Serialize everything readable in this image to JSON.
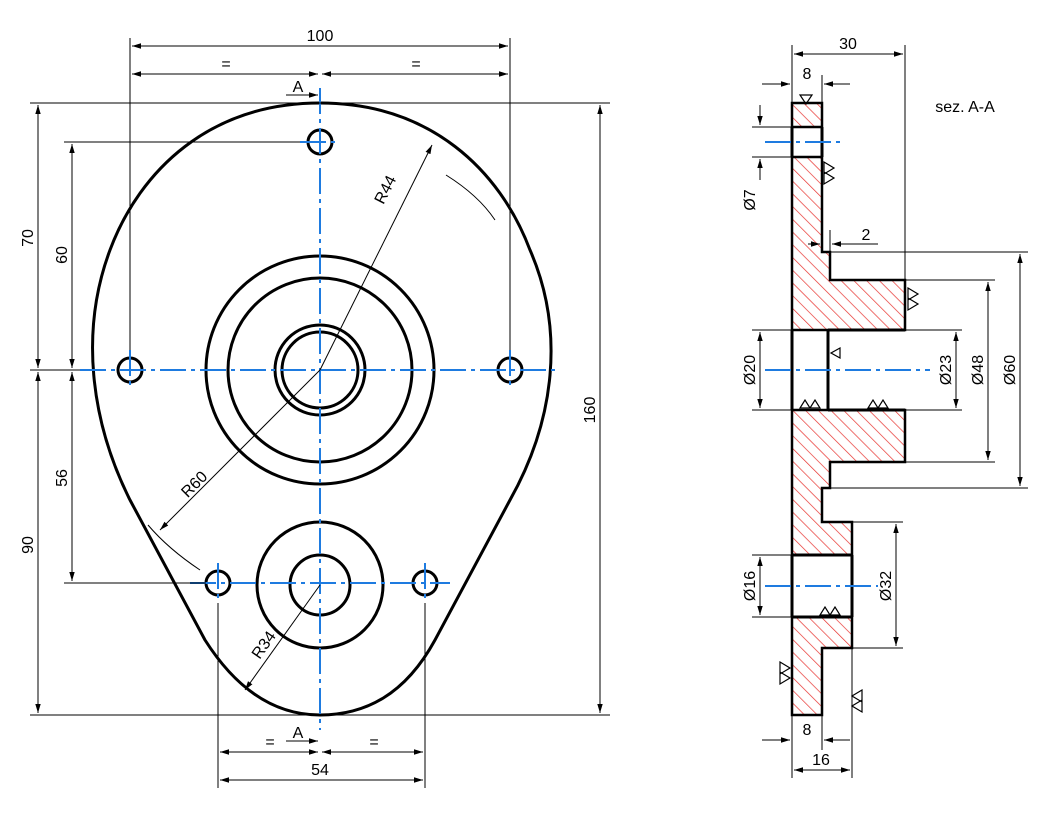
{
  "front_view": {
    "width_total": "100",
    "width_equal": "=",
    "section_mark": "A",
    "height_upper": "70",
    "hole_spacing_upper": "60",
    "height_lower": "90",
    "hole_spacing_lower": "56",
    "height_total": "160",
    "radius_top": "R44",
    "radius_side": "R60",
    "radius_bottom": "R34",
    "bottom_width": "54"
  },
  "section_view": {
    "title": "sez. A-A",
    "thickness_total": "30",
    "thickness_top": "8",
    "hole_small": "Ø7",
    "step": "2",
    "bore_inner": "Ø20",
    "bore_outer": "Ø23",
    "boss_diameter": "Ø48",
    "flange_diameter": "Ø60",
    "lower_bore": "Ø16",
    "lower_boss": "Ø32",
    "thickness_bottom": "8",
    "lower_boss_thickness": "16"
  },
  "colors": {
    "outline": "#000000",
    "centerline": "#1e7be0",
    "hatch": "#e8332f"
  }
}
